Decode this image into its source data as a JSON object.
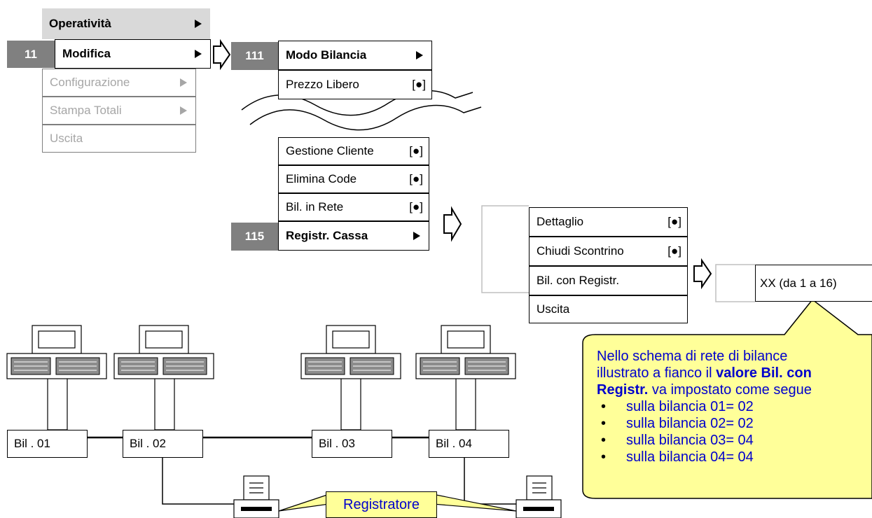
{
  "menu_main": {
    "operativita": "Operatività",
    "modifica": "Modifica",
    "configurazione": "Configurazione",
    "stampa_totali": "Stampa Totali",
    "uscita": "Uscita",
    "code": "11"
  },
  "menu_modifica": {
    "code": "111",
    "modo_bilancia": "Modo Bilancia",
    "prezzo_libero": "Prezzo Libero",
    "gestione_cliente": "Gestione Cliente",
    "elimina_code": "Elimina Code",
    "bil_in_rete": "Bil. in Rete",
    "registr_cassa": "Registr. Cassa",
    "registr_code": "115",
    "check": "[●]"
  },
  "menu_registr": {
    "dettaglio": "Dettaglio",
    "chiudi_scontrino": "Chiudi Scontrino",
    "bil_con_registr": "Bil. con Registr.",
    "uscita": "Uscita",
    "check": "[●]"
  },
  "value_box": "XX (da 1 a 16)",
  "scales": [
    "Bil . 01",
    "Bil . 02",
    "Bil . 03",
    "Bil . 04"
  ],
  "callout": {
    "line1": "Nello schema di rete di bilance",
    "line2_pre": "illustrato a fianco il ",
    "line2_bold": "valore Bil. con",
    "line3_bold": "Registr.",
    "line3_post": " va impostato come segue",
    "items": [
      "sulla bilancia 01= 02",
      "sulla bilancia 02= 02",
      "sulla bilancia 03= 04",
      "sulla bilancia 04= 04"
    ]
  },
  "registratore_label": "Registratore",
  "colors": {
    "callout_fill": "#ffff99",
    "callout_text": "#0000cc",
    "tag_gray": "#808080"
  }
}
